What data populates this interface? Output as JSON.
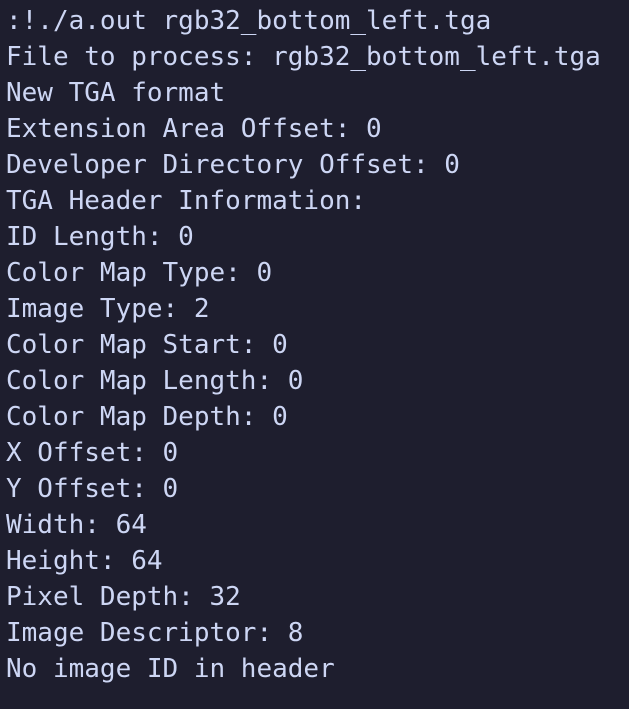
{
  "terminal": {
    "colors": {
      "background": "#1e1e2e",
      "foreground": "#cdd6f4"
    },
    "lines": [
      ":!./a.out rgb32_bottom_left.tga",
      "File to process: rgb32_bottom_left.tga",
      "New TGA format",
      "Extension Area Offset: 0",
      "Developer Directory Offset: 0",
      "TGA Header Information:",
      "ID Length: 0",
      "Color Map Type: 0",
      "Image Type: 2",
      "Color Map Start: 0",
      "Color Map Length: 0",
      "Color Map Depth: 0",
      "X Offset: 0",
      "Y Offset: 0",
      "Width: 64",
      "Height: 64",
      "Pixel Depth: 32",
      "Image Descriptor: 8",
      "No image ID in header"
    ]
  }
}
